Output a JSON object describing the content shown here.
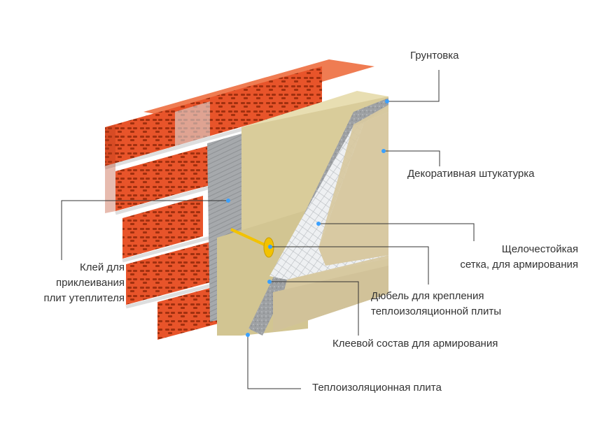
{
  "labels": {
    "primer": "Грунтовка",
    "decorative_plaster": "Декоративная  штукатурка",
    "mesh": [
      "Щелочестойкая",
      "сетка, для армирования"
    ],
    "glue": [
      "Клей для",
      "приклеивания",
      "плит утеплителя"
    ],
    "dowel": [
      "Дюбель для крепления",
      "теплоизоляционной плиты"
    ],
    "adhesive": "Клеевой состав для армирования",
    "insulation_board": "Теплоизоляционная плита"
  },
  "colors": {
    "brick": "#e8542a",
    "brick_dark": "#b93b19",
    "brick_top": "#f07a4f",
    "mortar": "#dcdcdc",
    "glue_layer": "#9da0a3",
    "insulation": "#d9cc9a",
    "insulation_side": "#bfb07c",
    "mesh": "#e6e8ea",
    "plaster": "#d8c9a2",
    "dowel": "#f2c200",
    "leader_line": "#333333",
    "marker": "#3aa0ff"
  },
  "icons": [
    "brick-wall-illustration",
    "insulation-board-illustration",
    "dowel-illustration",
    "mesh-illustration"
  ]
}
